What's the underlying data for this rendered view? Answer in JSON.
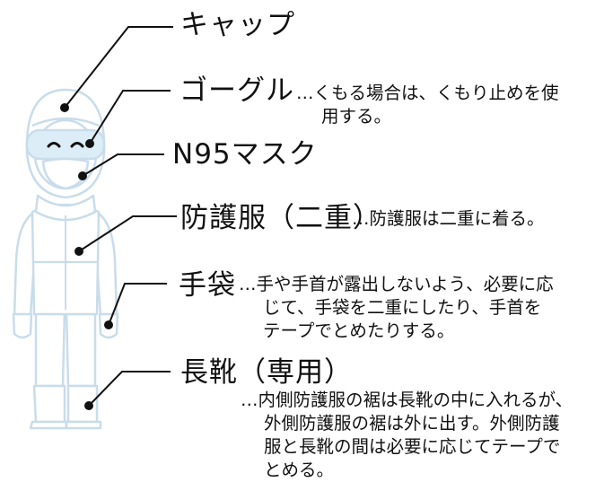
{
  "parts": [
    {
      "id": "cap",
      "label": "キャップ",
      "note": []
    },
    {
      "id": "goggles",
      "label": "ゴーグル",
      "note": [
        "…くもる場合は、くもり止めを使",
        "用する。"
      ]
    },
    {
      "id": "mask",
      "label": "N95マスク",
      "note": []
    },
    {
      "id": "gown",
      "label": "防護服（二重）",
      "note": [
        "…防護服は二重に着る。"
      ]
    },
    {
      "id": "gloves",
      "label": "手袋",
      "note": [
        "…手や手首が露出しないよう、必要に応",
        "じて、手袋を二重にしたり、手首を",
        "テープでとめたりする。"
      ]
    },
    {
      "id": "boots",
      "label": "長靴（専用）",
      "note": [
        "…内側防護服の裾は長靴の中に入れるが、",
        "外側防護服の裾は外に出す。外側防護",
        "服と長靴の間は必要に応じてテープで",
        "とめる。"
      ]
    }
  ],
  "colors": {
    "suit_outline": "#c9dcea",
    "suit_fill": "#ffffff",
    "visor": "#dcedf8",
    "leader_line": "#111111"
  }
}
